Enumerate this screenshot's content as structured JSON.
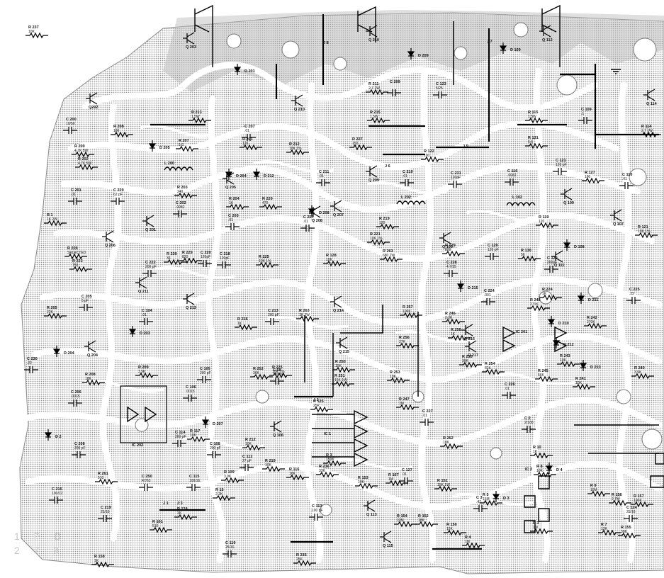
{
  "transistors": [
    "Q 203",
    "Q 210",
    "Q 112",
    "Q202",
    "Q 210",
    "Q 205",
    "Q 209",
    "Q 207",
    "Q 208",
    "Q 109",
    "Q 107",
    "Q 201",
    "Q 206",
    "Q 211",
    "Q 213",
    "Q 204",
    "Q 214",
    "Q 215",
    "Q 216",
    "Q 217",
    "Q 103",
    "Q 111",
    "Q 106",
    "Q 113",
    "Q 115",
    "Q 114"
  ],
  "diodes": [
    "D 201",
    "D 209",
    "D 109",
    "D 204",
    "D 212",
    "D 208",
    "D 108",
    "D 205",
    "D 203",
    "D 204",
    "D 215",
    "D 211",
    "D 210",
    "D 212",
    "D 213",
    "D 207",
    "D 3",
    "D 4",
    "D 2"
  ],
  "resistors": [
    {
      "ref": "R 213",
      "value": "1.5W"
    },
    {
      "ref": "R 211",
      "value": "2.7 1W"
    },
    {
      "ref": "R 115",
      "value": "1.5W"
    },
    {
      "ref": "R 114",
      "value": "2.7 1W"
    },
    {
      "ref": "R 208",
      "value": "180"
    },
    {
      "ref": "R 207",
      "value": "5.6"
    },
    {
      "ref": "R 200",
      "value": "4.7K 5W"
    },
    {
      "ref": "R 202",
      "value": "4.7K 5W"
    },
    {
      "ref": "R 201",
      "value": "120"
    },
    {
      "ref": "R 212",
      "value": "10K 1%"
    },
    {
      "ref": "R 227",
      "value": "150"
    },
    {
      "ref": "R 215",
      "value": "1.5W"
    },
    {
      "ref": "R 131",
      "value": "5.6"
    },
    {
      "ref": "R 122",
      "value": "100"
    },
    {
      "ref": "R 203",
      "value": "240"
    },
    {
      "ref": "R 204",
      "value": "1K"
    },
    {
      "ref": "R 220",
      "value": "470"
    },
    {
      "ref": "R 219",
      "value": "120"
    },
    {
      "ref": "R 119",
      "value": "120"
    },
    {
      "ref": "R 127",
      "value": "180"
    },
    {
      "ref": "R 1",
      "value": "1K 2W"
    },
    {
      "ref": "R 226",
      "value": "SELECTED"
    },
    {
      "ref": "R 223",
      "value": "750"
    },
    {
      "ref": "R 230",
      "value": "36"
    },
    {
      "ref": "R 229",
      "value": "820"
    },
    {
      "ref": "R 225",
      "value": "10K 1%"
    },
    {
      "ref": "R 128",
      "value": "10K"
    },
    {
      "ref": "R 221",
      "value": "10K 1%"
    },
    {
      "ref": "R 263",
      "value": "680 2W"
    },
    {
      "ref": "R 129",
      "value": "820"
    },
    {
      "ref": "R 130",
      "value": "56"
    },
    {
      "ref": "R 121",
      "value": "10K 1%"
    },
    {
      "ref": "R 205",
      "value": "22K"
    },
    {
      "ref": "R 257",
      "value": "100K"
    },
    {
      "ref": "R 246",
      "value": "2.2K"
    },
    {
      "ref": "R 248",
      "value": "270K"
    },
    {
      "ref": "R 224",
      "value": "1K"
    },
    {
      "ref": "R 242",
      "value": "270K"
    },
    {
      "ref": "R 216",
      "value": "1K"
    },
    {
      "ref": "R 263",
      "value": "1K 2W"
    },
    {
      "ref": "R 256",
      "value": "27K"
    },
    {
      "ref": "R 258",
      "value": "1K"
    },
    {
      "ref": "R 208",
      "value": "18K"
    },
    {
      "ref": "R 209",
      "value": "3.9K"
    },
    {
      "ref": "R 252",
      "value": "36K"
    },
    {
      "ref": "R 225",
      "value": "10K 1%"
    },
    {
      "ref": "R 250",
      "value": "15K"
    },
    {
      "ref": "R 251",
      "value": "15K 1W"
    },
    {
      "ref": "R 253",
      "value": "10K"
    },
    {
      "ref": "R 255",
      "value": "39K"
    },
    {
      "ref": "R 254",
      "value": "82K"
    },
    {
      "ref": "R 245",
      "value": "56K"
    },
    {
      "ref": "R 240",
      "value": "3.9K"
    },
    {
      "ref": "R 241",
      "value": "10K"
    },
    {
      "ref": "R 243",
      "value": "10K"
    },
    {
      "ref": "R 247",
      "value": "1M"
    },
    {
      "ref": "R 117",
      "value": "10K"
    },
    {
      "ref": "R 212",
      "value": "10K"
    },
    {
      "ref": "R 109",
      "value": "3.9K"
    },
    {
      "ref": "R 116",
      "value": "16K"
    },
    {
      "ref": "R 219",
      "value": "10K"
    },
    {
      "ref": "R 261",
      "value": "510"
    },
    {
      "ref": "R 15",
      "value": "2.2K"
    },
    {
      "ref": "R 124",
      "value": "1K"
    },
    {
      "ref": "R 161",
      "value": "510"
    },
    {
      "ref": "R 3",
      "value": "150K"
    },
    {
      "ref": "R 236",
      "value": "33K"
    },
    {
      "ref": "R 153",
      "value": "10K"
    },
    {
      "ref": "R 167",
      "value": "1M"
    },
    {
      "ref": "R 252",
      "value": "18K"
    },
    {
      "ref": "R 151",
      "value": "15K 1W"
    },
    {
      "ref": "R 5",
      "value": "15M"
    },
    {
      "ref": "R 10",
      "value": "1K"
    },
    {
      "ref": "R 8",
      "value": "10K"
    },
    {
      "ref": "R 9",
      "value": "15M"
    },
    {
      "ref": "R 156",
      "value": "2.7M"
    },
    {
      "ref": "R 157",
      "value": "100K"
    },
    {
      "ref": "R 154",
      "value": "10M"
    },
    {
      "ref": "R 152",
      "value": "18K"
    },
    {
      "ref": "R 150",
      "value": "15K"
    },
    {
      "ref": "R 4",
      "value": "1M"
    },
    {
      "ref": "R 3",
      "value": "1M"
    },
    {
      "ref": "R 7",
      "value": "12K"
    },
    {
      "ref": "R 155",
      "value": "39K"
    },
    {
      "ref": "R 158",
      "value": "1K"
    },
    {
      "ref": "R 235",
      "value": "25K"
    },
    {
      "ref": "R 125",
      "value": "25K"
    },
    {
      "ref": "R 237",
      "value": "10K"
    }
  ],
  "capacitors": [
    {
      "ref": "C 200",
      "value": "10/50"
    },
    {
      "ref": "C 209",
      "value": ""
    },
    {
      "ref": "C 123",
      "value": "5/25"
    },
    {
      "ref": "C 109",
      "value": ".1"
    },
    {
      "ref": "C 207",
      "value": ".01"
    },
    {
      "ref": "C 211",
      "value": ".01"
    },
    {
      "ref": "C 210",
      "value": ".01"
    },
    {
      "ref": "C 231",
      "value": "120pF"
    },
    {
      "ref": "C 116",
      "value": ".0082"
    },
    {
      "ref": "C 121",
      "value": "120 pF"
    },
    {
      "ref": "C 110",
      "value": ".01"
    },
    {
      "ref": "C 201",
      "value": ".01"
    },
    {
      "ref": "C 229",
      "value": "62 pF"
    },
    {
      "ref": "C 202",
      "value": ".0082"
    },
    {
      "ref": "C 203",
      "value": ".01"
    },
    {
      "ref": "C 217",
      "value": ".01"
    },
    {
      "ref": "C 222",
      "value": "200 pF"
    },
    {
      "ref": "C 220",
      "value": "120pF"
    },
    {
      "ref": "C 218",
      "value": "120pF"
    },
    {
      "ref": "C 120",
      "value": "120 pF"
    },
    {
      "ref": "C 228",
      "value": "4.7/35"
    },
    {
      "ref": "C 122",
      "value": "200pF"
    },
    {
      "ref": "C 205",
      "value": "5 pF"
    },
    {
      "ref": "C 104",
      "value": ".01"
    },
    {
      "ref": "C 213",
      "value": "200 pF"
    },
    {
      "ref": "C 224",
      "value": ".001"
    },
    {
      "ref": "C 225",
      "value": ".22"
    },
    {
      "ref": "C 230",
      "value": ".22"
    },
    {
      "ref": "C 206",
      "value": ".0015"
    },
    {
      "ref": "C 106",
      "value": ".0015"
    },
    {
      "ref": "C 105",
      "value": "200 pF"
    },
    {
      "ref": "C 58",
      "value": "120 pF"
    },
    {
      "ref": "C 226",
      "value": ".01"
    },
    {
      "ref": "C 227",
      "value": ".01"
    },
    {
      "ref": "C 208",
      "value": "200 pF"
    },
    {
      "ref": "C 114",
      "value": "200 pF"
    },
    {
      "ref": "C 108",
      "value": "200 pF"
    },
    {
      "ref": "C 112",
      "value": "27 pF"
    },
    {
      "ref": "C 2",
      "value": "2/100"
    },
    {
      "ref": "C 127",
      "value": ".01"
    },
    {
      "ref": "C 215",
      "value": "100/12"
    },
    {
      "ref": "C 250",
      "value": "47/63"
    },
    {
      "ref": "C 115",
      "value": "100/16"
    },
    {
      "ref": "C 219",
      "value": "25/16"
    },
    {
      "ref": "C 113",
      "value": "100 pF"
    },
    {
      "ref": "C 3",
      "value": ".47"
    },
    {
      "ref": "C 124",
      "value": "25/16"
    },
    {
      "ref": "C 119",
      "value": "25/16"
    }
  ],
  "inductors": [
    "L 200",
    "L 202",
    "L 102"
  ],
  "ics": [
    "IC 1",
    "IC 2",
    "IC 201",
    "IC 202"
  ],
  "jumpers": [
    "J 8",
    "J 7",
    "J 5",
    "J 6",
    "J 2",
    "J 3",
    "J 1"
  ],
  "corner_text": [
    "1 P B",
    "2 7 9"
  ]
}
